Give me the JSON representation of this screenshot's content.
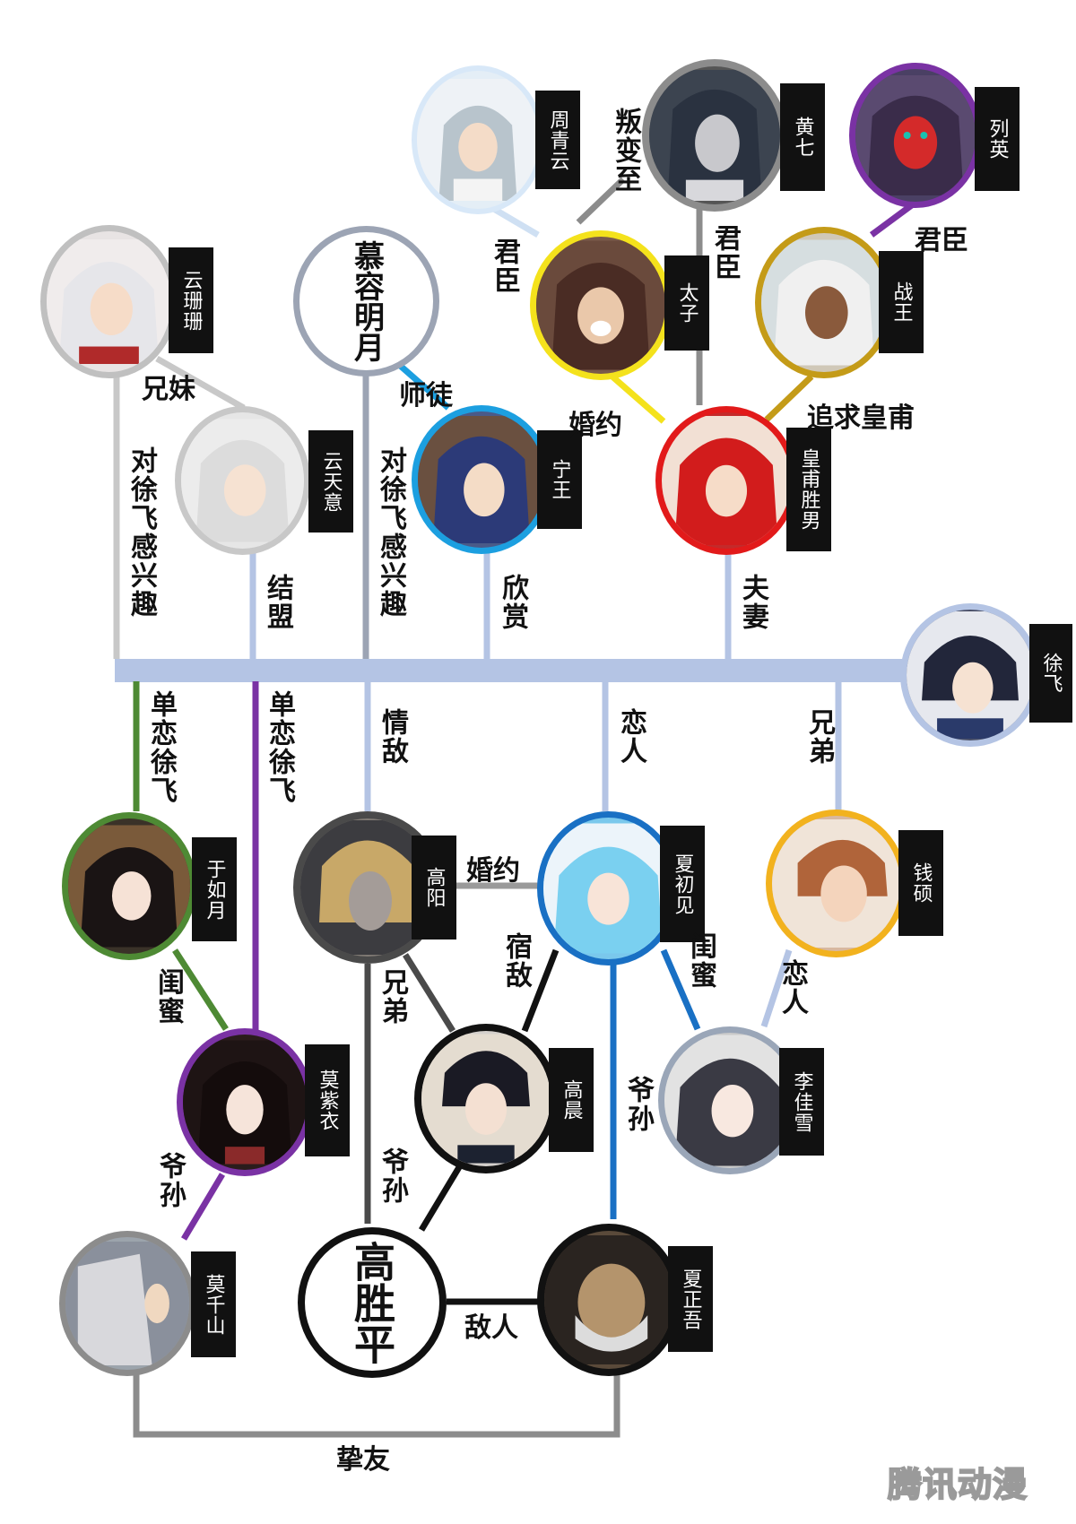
{
  "characters": {
    "zhou_qingyun": "周青云",
    "huang_qi": "黄七",
    "lie_ying": "列英",
    "yun_shanshan": "云珊珊",
    "murong_mingyue": "慕容明月",
    "taizi": "太子",
    "zhan_wang": "战王",
    "yun_tianyi": "云天意",
    "ning_wang": "宁王",
    "huangfu_shengnan": "皇甫胜男",
    "xu_fei": "徐飞",
    "yu_ruyue": "于如月",
    "gao_yang": "高阳",
    "xia_chujian": "夏初见",
    "qian_shuo": "钱硕",
    "mo_ziyi": "莫紫衣",
    "gao_chen": "高晨",
    "li_jiaxue": "李佳雪",
    "mo_qianshan": "莫千山",
    "gao_shengping": "高胜平",
    "xia_zhengwu": "夏正吾"
  },
  "relations": {
    "pan_bian_zhi": "叛变至",
    "jun_chen_zhou": "君臣",
    "jun_chen_huang": "君臣",
    "jun_chen_lie": "君臣",
    "xiong_mei": "兄妹",
    "shi_tu": "师徒",
    "hun_yue_top": "婚约",
    "zhui_qiu": "追求皇甫",
    "dui_xu_fei_1": "对徐飞感兴趣",
    "jie_meng": "结盟",
    "dui_xu_fei_2": "对徐飞感兴趣",
    "xin_shang": "欣赏",
    "fu_qi": "夫妻",
    "dan_lian_1": "单恋徐飞",
    "dan_lian_2": "单恋徐飞",
    "qing_di": "情敌",
    "lian_ren_1": "恋人",
    "xiong_di_top": "兄弟",
    "hun_yue_mid": "婚约",
    "su_di": "宿敌",
    "gui_mi_1": "闺蜜",
    "lian_ren_2": "恋人",
    "xiong_di_mid": "兄弟",
    "gui_mi_2": "闺蜜",
    "ye_sun_1": "爷孙",
    "ye_sun_2": "爷孙",
    "ye_sun_3": "爷孙",
    "di_ren": "敌人",
    "zhi_you": "挚友"
  },
  "watermark": "腾讯动漫",
  "colors": {
    "spine": "#b4c4e4",
    "yellow": "#f4e21c",
    "gold": "#c49b18",
    "red": "#e21a1a",
    "blue": "#1c9fe0",
    "blue_dark": "#1970c4",
    "purple": "#7a32a4",
    "green": "#4e8a34",
    "gray": "#9a9a9a",
    "dark_gray": "#4a4a4a",
    "black": "#111111",
    "orange": "#f2b21e"
  }
}
